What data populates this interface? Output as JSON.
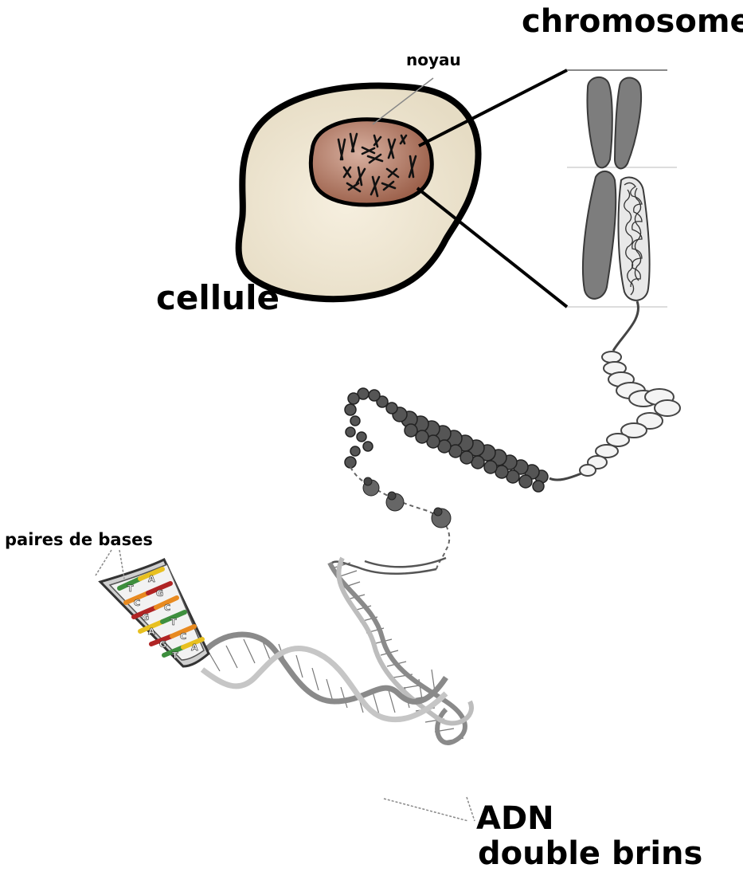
{
  "labels": {
    "chromosome": "chromosome",
    "noyau": "noyau",
    "cellule": "cellule",
    "paires_de_bases": "paires de bases",
    "adn": "ADN",
    "double_brins": "double brins"
  },
  "base_letters": [
    "T",
    "A",
    "C",
    "G",
    "G",
    "C",
    "A",
    "T",
    "G",
    "C",
    "T",
    "A"
  ],
  "colors": {
    "cytoplasm": "#efe6d2",
    "nucleus": "#a8705c",
    "chromosome_gray": "#7d7d7d",
    "base_green": "#3e8f3e",
    "base_yellow": "#e8c020",
    "base_orange": "#e88a20",
    "base_red": "#b02424"
  }
}
